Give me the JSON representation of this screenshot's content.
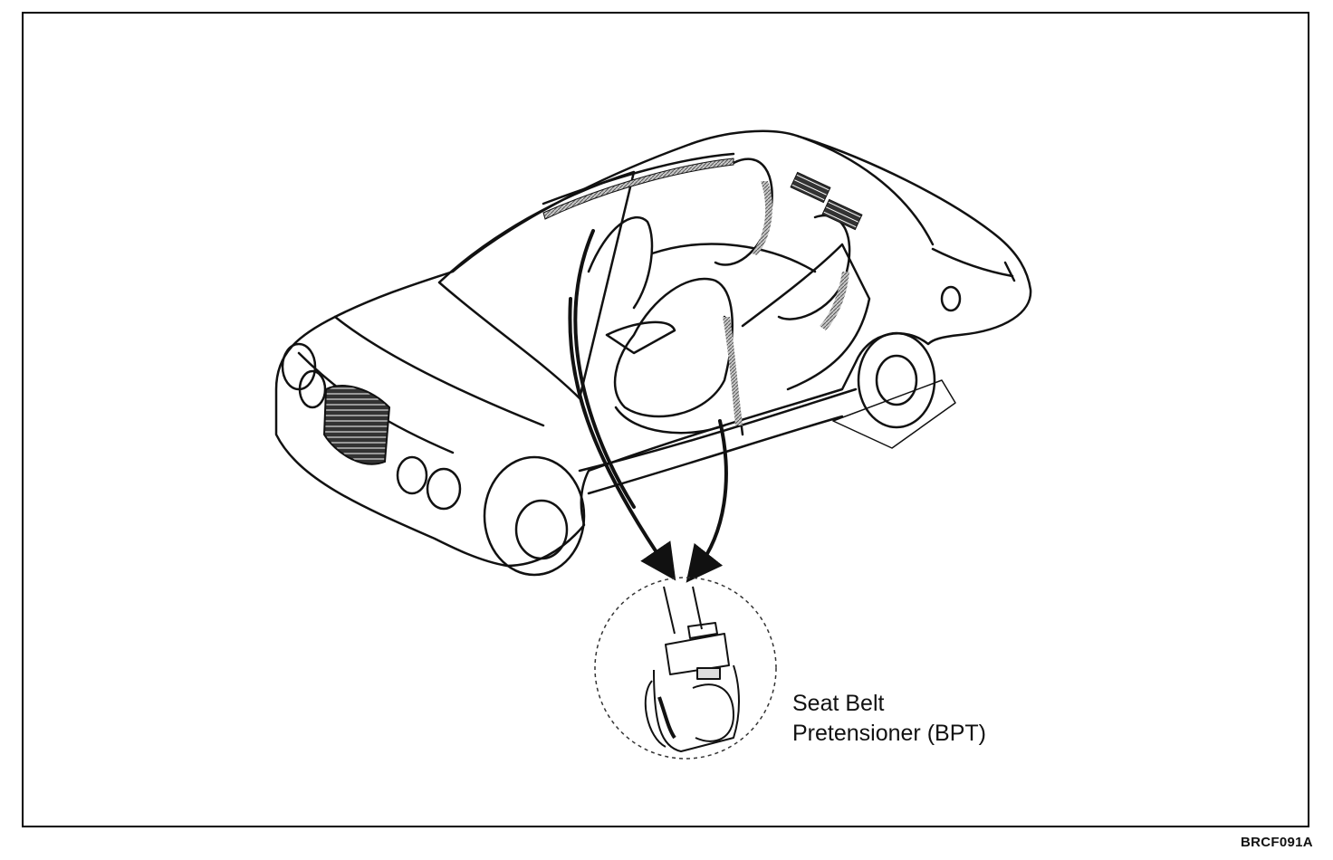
{
  "diagram": {
    "callout_label_line1": "Seat Belt",
    "callout_label_line2": "Pretensioner (BPT)",
    "figure_code": "BRCF091A",
    "line_color": "#111111",
    "highlight_color": "#9a9a9a"
  }
}
